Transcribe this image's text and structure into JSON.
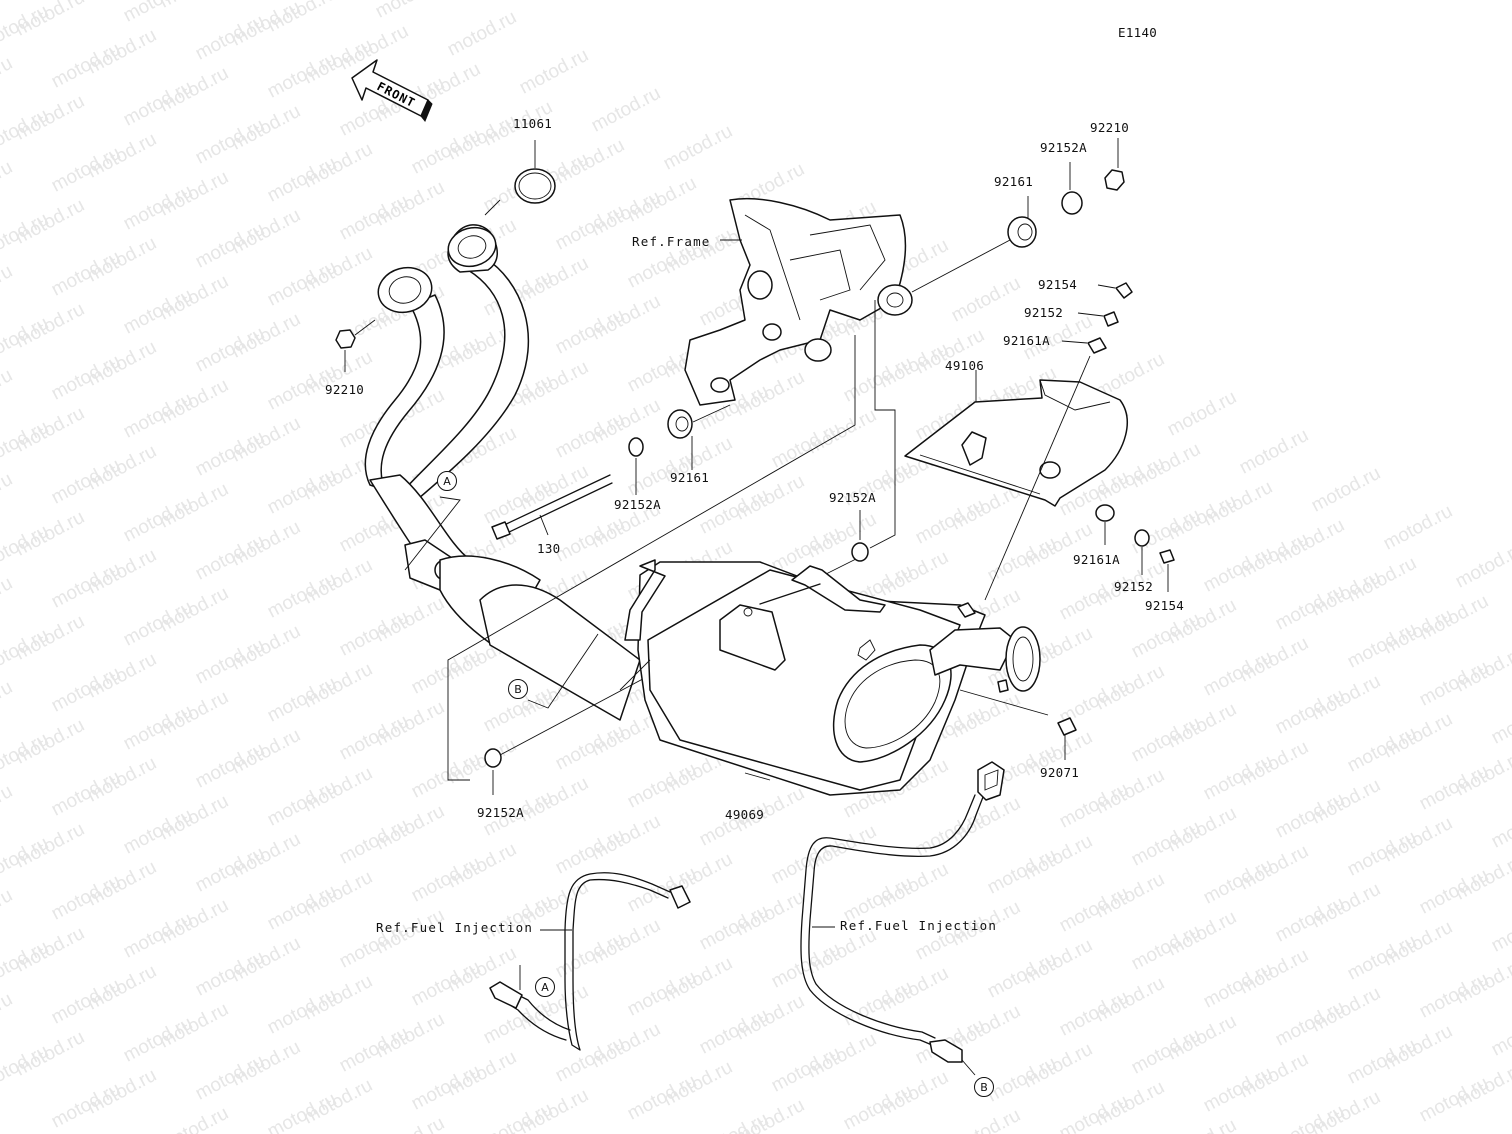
{
  "diagram": {
    "code": "E1140",
    "watermark": "motod.ru",
    "orientation_label": "FRONT",
    "accent_color": "#111111",
    "watermark_color": "#e6e6e6"
  },
  "labels": {
    "p11061": "11061",
    "p92210_left": "92210",
    "p92210_right": "92210",
    "p92152A_top": "92152A",
    "p92161_top": "92161",
    "p92154_top": "92154",
    "p92152_top": "92152",
    "p92161A_top": "92161A",
    "p49106": "49106",
    "ref_frame": "Ref.Frame",
    "p92161_mid": "92161",
    "p92152A_mid": "92152A",
    "p130": "130",
    "p92152A_right": "92152A",
    "p92161A_bottom": "92161A",
    "p92152_bottom": "92152",
    "p92154_bottom": "92154",
    "p92071": "92071",
    "p92152A_bottom": "92152A",
    "p49069": "49069",
    "ref_fuel_left": "Ref.Fuel Injection",
    "ref_fuel_right": "Ref.Fuel Injection"
  },
  "callouts": {
    "a_upper": "A",
    "b_left": "B",
    "a_lower": "A",
    "b_lower": "B"
  }
}
